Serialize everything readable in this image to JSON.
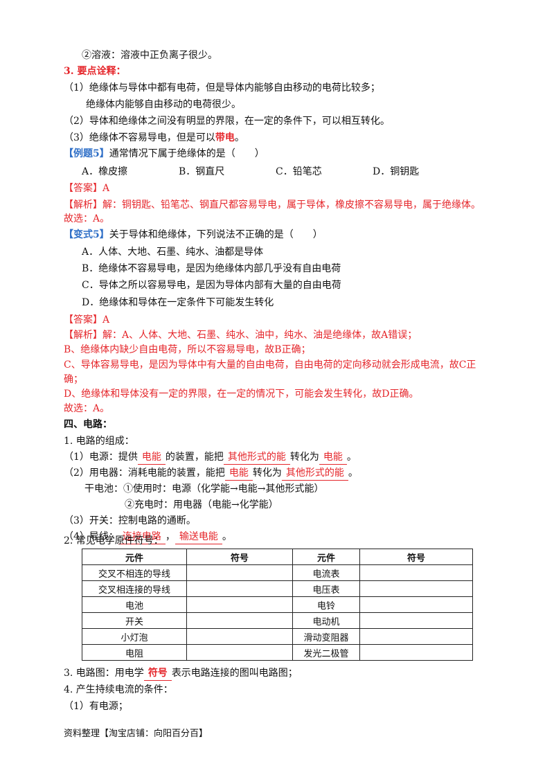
{
  "s1": {
    "line": "②溶液：溶液中正负离子很少。"
  },
  "s3": {
    "heading": "3. 要点诠释：",
    "p1a": "（1）绝缘体与导体中都有电荷，但是导体内能够自由移动的电荷比较多；",
    "p1b": "绝缘体内能够自由移动的电荷很少。",
    "p2": "（2）导体和绝缘体之间没有明显的界限，在一定的条件下，可以相互转化。",
    "p3_pre": "（3）绝缘体不容易导电，但是可以",
    "p3_em": "带电",
    "p3_post": "。"
  },
  "ex5": {
    "tag": "【例题5】",
    "question": "通常情况下属于绝缘体的是（　　）",
    "options": [
      "A．橡皮擦",
      "B．钢直尺",
      "C．铅笔芯",
      "D．铜钥匙"
    ],
    "answer": "【答案】A",
    "analysis_tag": "【解析】",
    "analysis": "解：铜钥匙、铅笔芯、钢直尺都容易导电，属于导体，橡皮擦不容易导电，属于绝缘体。",
    "conclusion": "故选：A。"
  },
  "var5": {
    "tag": "【变式5】",
    "question": "关于导体和绝缘体，下列说法不正确的是（　　）",
    "options": [
      "A．人体、大地、石墨、纯水、油都是导体",
      "B．绝缘体不容易导电，是因为绝缘体内部几乎没有自由电荷",
      "C．导体之所以容易导电，是因为导体内部有大量的自由电荷",
      "D．绝缘体和导体在一定条件下可能发生转化"
    ],
    "answer": "【答案】A",
    "analysis_tag": "【解析】",
    "analysis_1": "解：A、人体、大地、石墨、纯水、油中，纯水、油是绝缘体，故A错误；",
    "analysis_2": "B、绝缘体内缺少自由电荷，所以不容易导电，故B正确；",
    "analysis_3a": "C、导体容易导电，是因为导体中有大量的自由电荷，自由电荷的定向移动就会形成电流，故C正",
    "analysis_3b": "确；",
    "analysis_4": "D、绝缘体和导体没有一定的界限，在一定的情况下，可能会发生转化，故D正确。",
    "conclusion": "故选：A。"
  },
  "circuit": {
    "heading": "四、电路：",
    "c1": "1. 电路的组成：",
    "c1_1_pre": "（1）电源：提供",
    "c1_1_b1": "电能",
    "c1_1_mid": "的装置，能把",
    "c1_1_b2": "其他形式的能",
    "c1_1_mid2": "转化为",
    "c1_1_b3": "电能",
    "c1_1_end": "。",
    "c1_2_pre": "（2）用电器：消耗电能的装置，能把",
    "c1_2_b1": "电能",
    "c1_2_mid": "转化为",
    "c1_2_b2": "其他形式的能",
    "c1_2_end": "。",
    "battery_1": "干电池：①使用时：电源（化学能→电能→其他形式能）",
    "battery_2": "②充电时：用电器（电能→化学能）",
    "c1_3": "（3）开关：控制电路的通断。",
    "c1_4_pre": "（4）导线：",
    "c1_4_b1": "连接电路",
    "c1_4_sep": "，",
    "c1_4_b2": "输送电能",
    "c1_4_end": "。",
    "c2": "2. 常见电学原件符号：",
    "table": {
      "headers": [
        "元件",
        "符号",
        "元件",
        "符号"
      ],
      "rows": [
        [
          "交叉不相连的导线",
          "",
          "电流表",
          ""
        ],
        [
          "交叉相连接的导线",
          "",
          "电压表",
          ""
        ],
        [
          "电池",
          "",
          "电铃",
          ""
        ],
        [
          "开关",
          "",
          "电动机",
          ""
        ],
        [
          "小灯泡",
          "",
          "滑动变阻器",
          ""
        ],
        [
          "电阻",
          "",
          "发光二极管",
          ""
        ]
      ]
    },
    "c3_pre": "3. 电路图：用电学",
    "c3_b": "符号",
    "c3_post": "表示电路连接的图叫电路图；",
    "c4": "4. 产生持续电流的条件：",
    "c4_1": "（1）有电源；"
  },
  "footer": "资料整理【淘宝店铺：向阳百分百】"
}
